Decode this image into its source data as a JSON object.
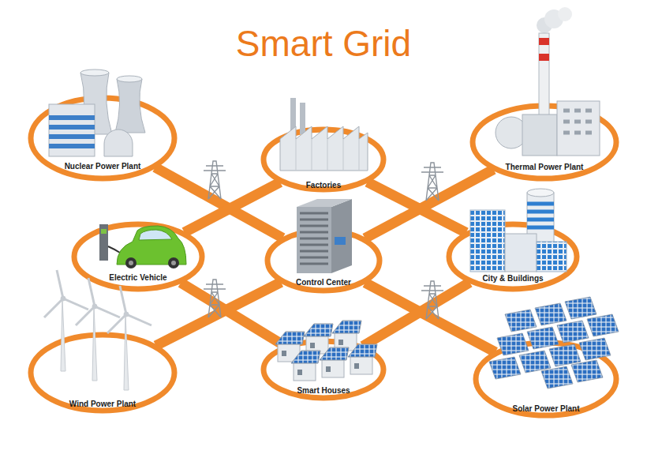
{
  "diagram": {
    "title": "Smart Grid",
    "nodes": [
      {
        "text": [
          "Nuclear Power Plant"
        ]
      },
      {
        "text": [
          "Factories"
        ]
      },
      {
        "text": [
          "Thermal Power Plant"
        ]
      },
      {
        "text": [
          "Electric Vehicle"
        ]
      },
      {
        "text": [
          "Control Center"
        ]
      },
      {
        "text": [
          "City & Buildings"
        ]
      },
      {
        "text": [
          "Wind Power Plant"
        ]
      },
      {
        "text": [
          "Smart Houses"
        ]
      },
      {
        "text": [
          "Solar Power Plant"
        ]
      }
    ],
    "edges": [
      {
        "from": 0,
        "to": 4,
        "arrow": "none"
      },
      {
        "from": 2,
        "to": 4,
        "arrow": "none"
      },
      {
        "from": 6,
        "to": 4,
        "arrow": "none"
      },
      {
        "from": 8,
        "to": 4,
        "arrow": "none"
      },
      {
        "from": 1,
        "to": 3,
        "arrow": "none"
      },
      {
        "from": 1,
        "to": 5,
        "arrow": "none"
      },
      {
        "from": 3,
        "to": 7,
        "arrow": "none"
      },
      {
        "from": 5,
        "to": 7,
        "arrow": "none"
      }
    ]
  }
}
